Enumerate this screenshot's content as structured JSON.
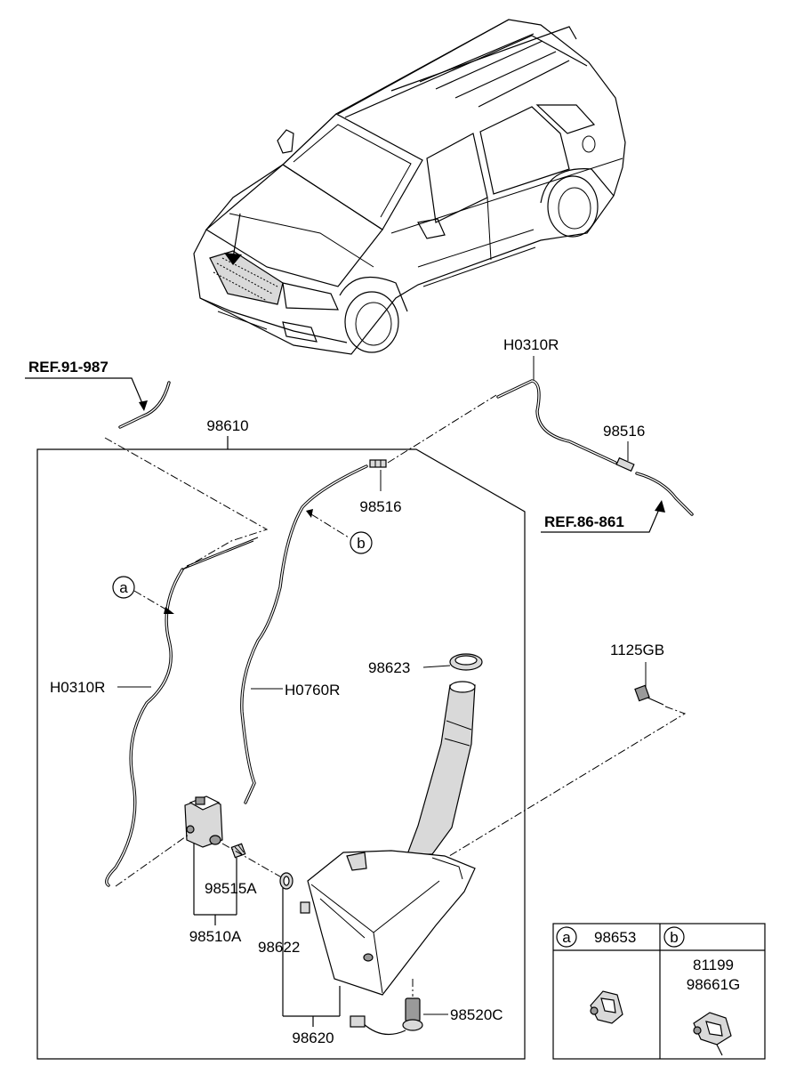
{
  "labels": {
    "ref_91_987": "REF.91-987",
    "ref_86_861": "REF.86-861",
    "p98610": "98610",
    "h0310r_top": "H0310R",
    "p98516_right": "98516",
    "p98516_center": "98516",
    "callout_b": "b",
    "callout_a": "a",
    "h0310r_left": "H0310R",
    "h0760r": "H0760R",
    "p98623": "98623",
    "p1125gb": "1125GB",
    "p98515a": "98515A",
    "p98510a": "98510A",
    "p98622": "98622",
    "p98520c": "98520C",
    "p98620": "98620"
  },
  "legend": {
    "col_a_letter": "a",
    "col_a_part": "98653",
    "col_b_letter": "b",
    "col_b_part1": "81199",
    "col_b_part2": "98661G"
  }
}
